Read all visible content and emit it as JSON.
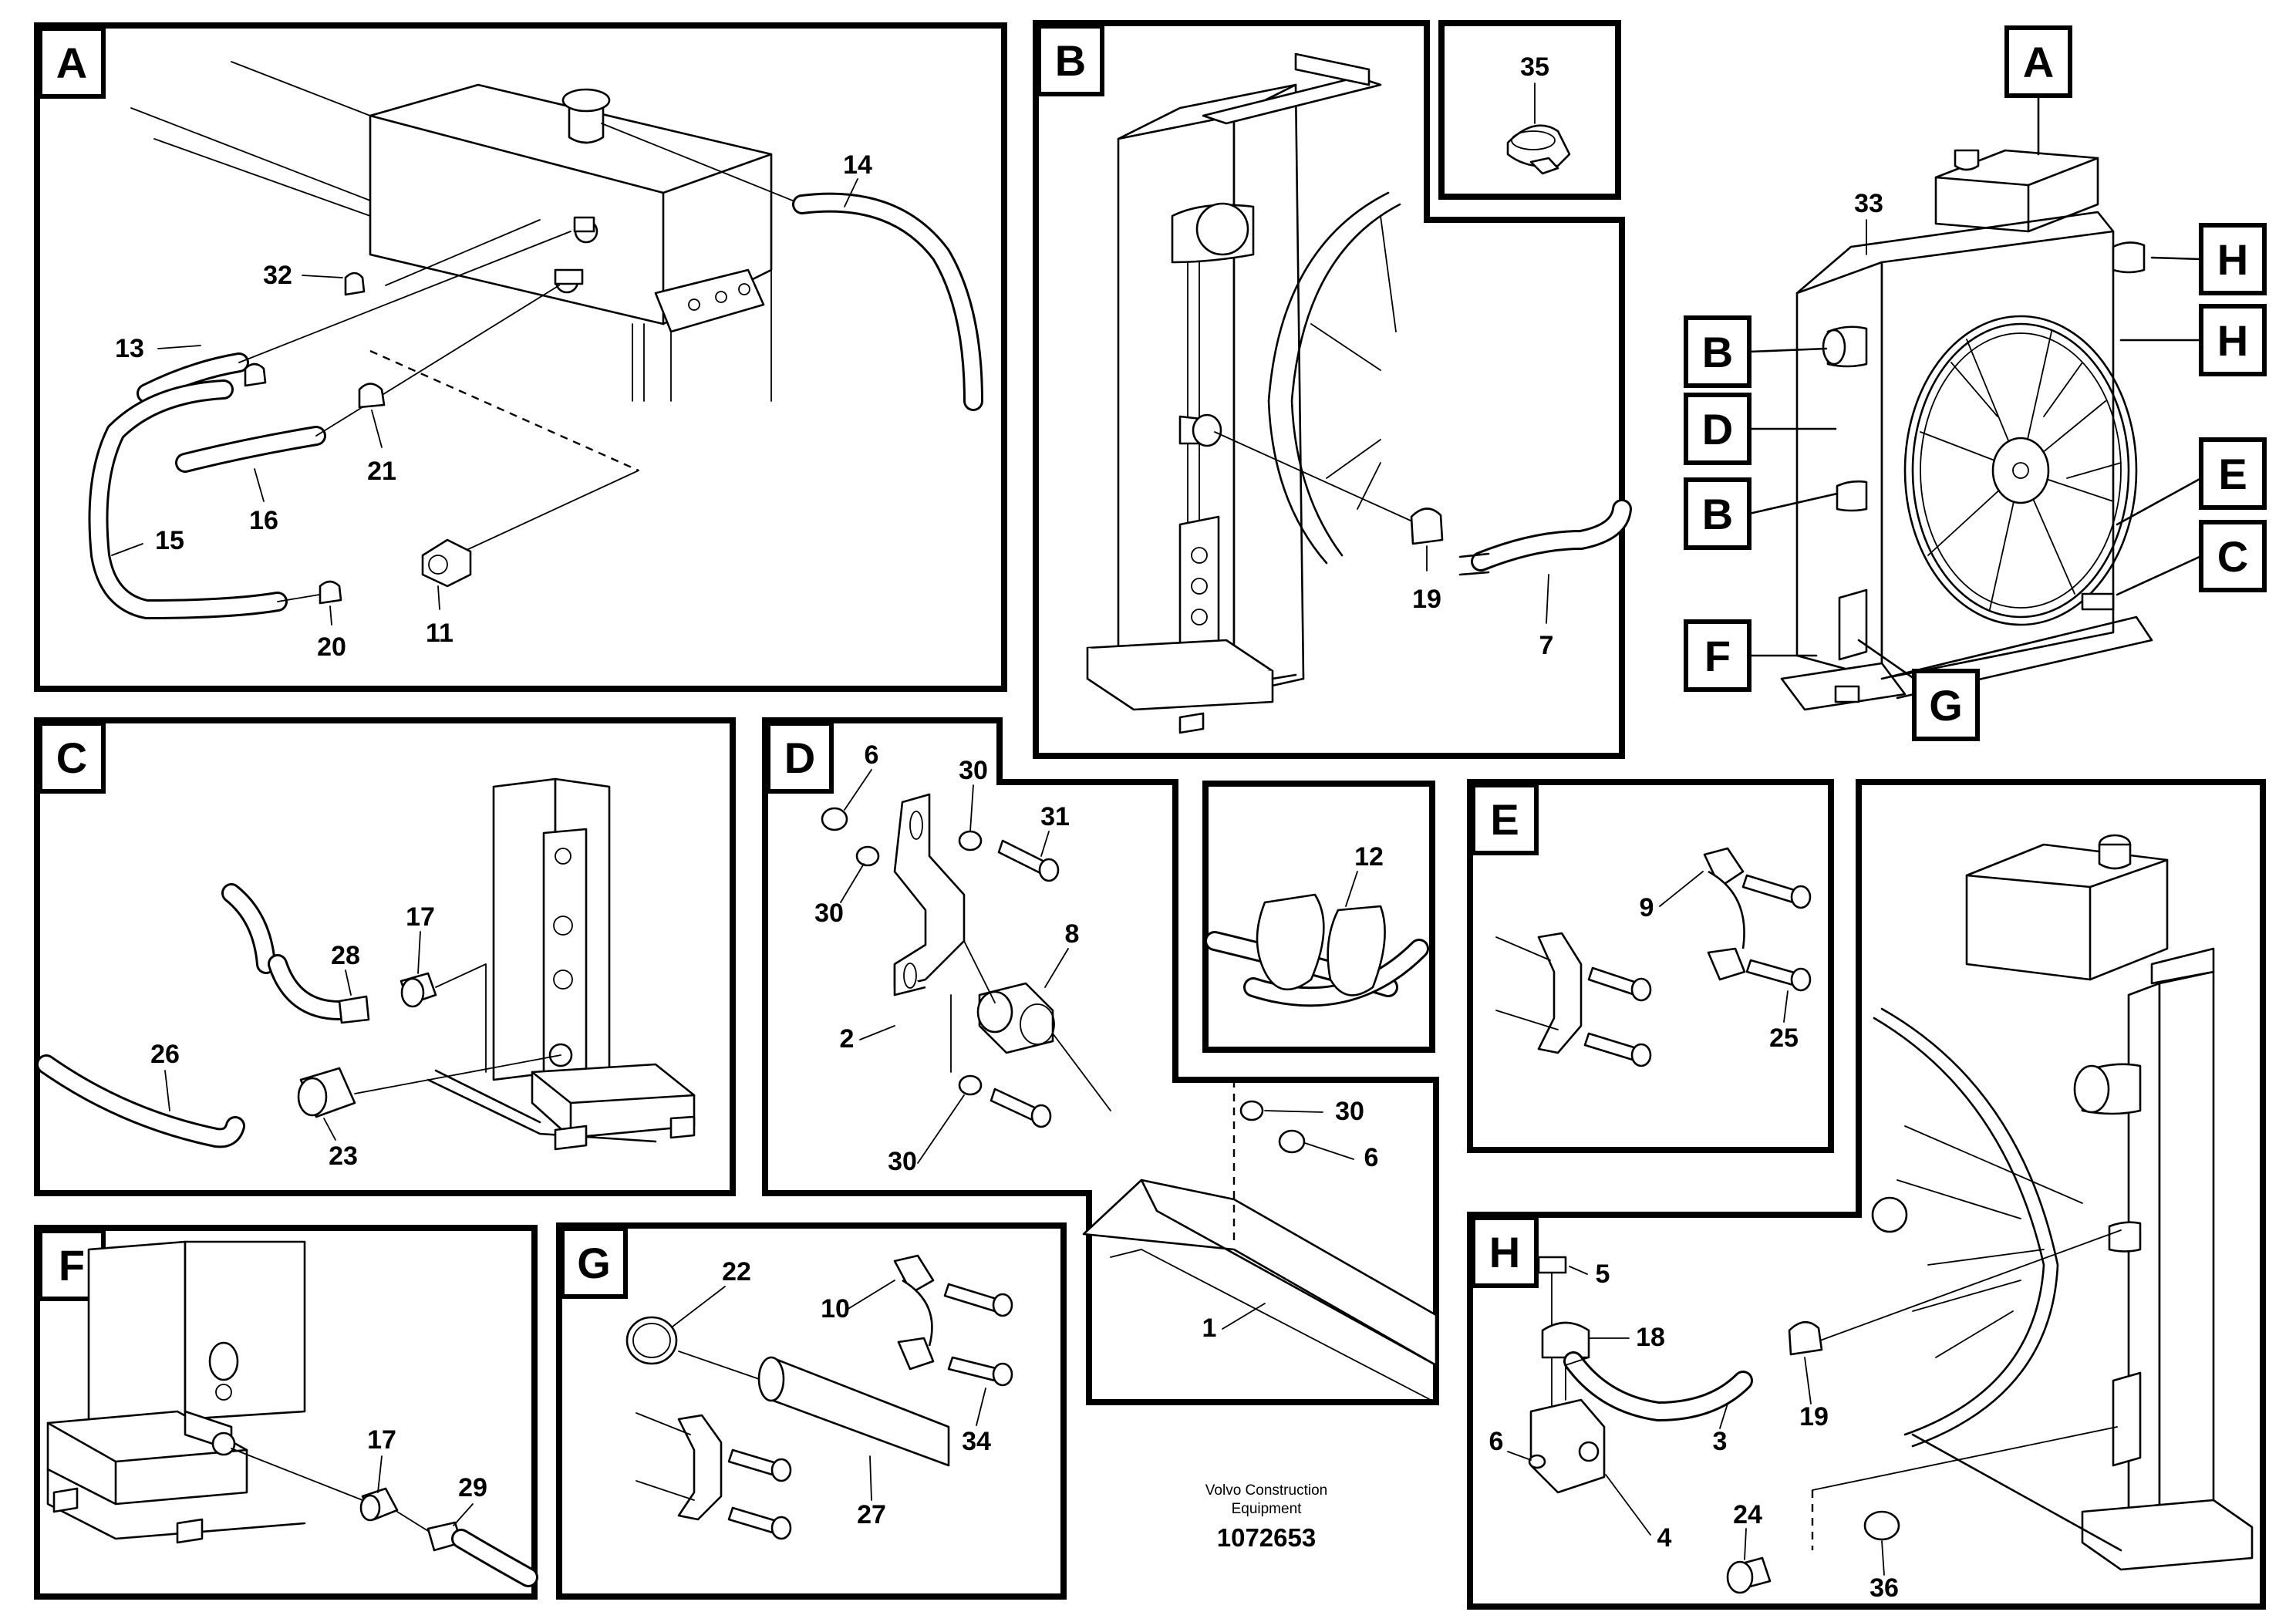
{
  "panels": {
    "a": "A",
    "b": "B",
    "c": "C",
    "d": "D",
    "e": "E",
    "f": "F",
    "g": "G",
    "h": "H"
  },
  "callouts": {
    "overview": [
      "A",
      "B",
      "D",
      "B",
      "F",
      "G",
      "H",
      "H",
      "E",
      "C"
    ],
    "overview_part": "33",
    "a": [
      "14",
      "32",
      "13",
      "21",
      "16",
      "15",
      "20",
      "11"
    ],
    "b": [
      "19",
      "7"
    ],
    "b_clamp": "35",
    "c": [
      "17",
      "28",
      "26",
      "23"
    ],
    "d": [
      "6",
      "30",
      "31",
      "30",
      "8",
      "2",
      "30",
      "30",
      "6",
      "1"
    ],
    "d_clamp": "12",
    "e": [
      "9",
      "25"
    ],
    "f": [
      "17",
      "29"
    ],
    "g": [
      "22",
      "10",
      "34",
      "27"
    ],
    "h": [
      "5",
      "18",
      "19",
      "3",
      "6",
      "4",
      "24",
      "36"
    ]
  },
  "footer": {
    "company_line1": "Volvo Construction",
    "company_line2": "Equipment",
    "drawing_number": "1072653"
  }
}
